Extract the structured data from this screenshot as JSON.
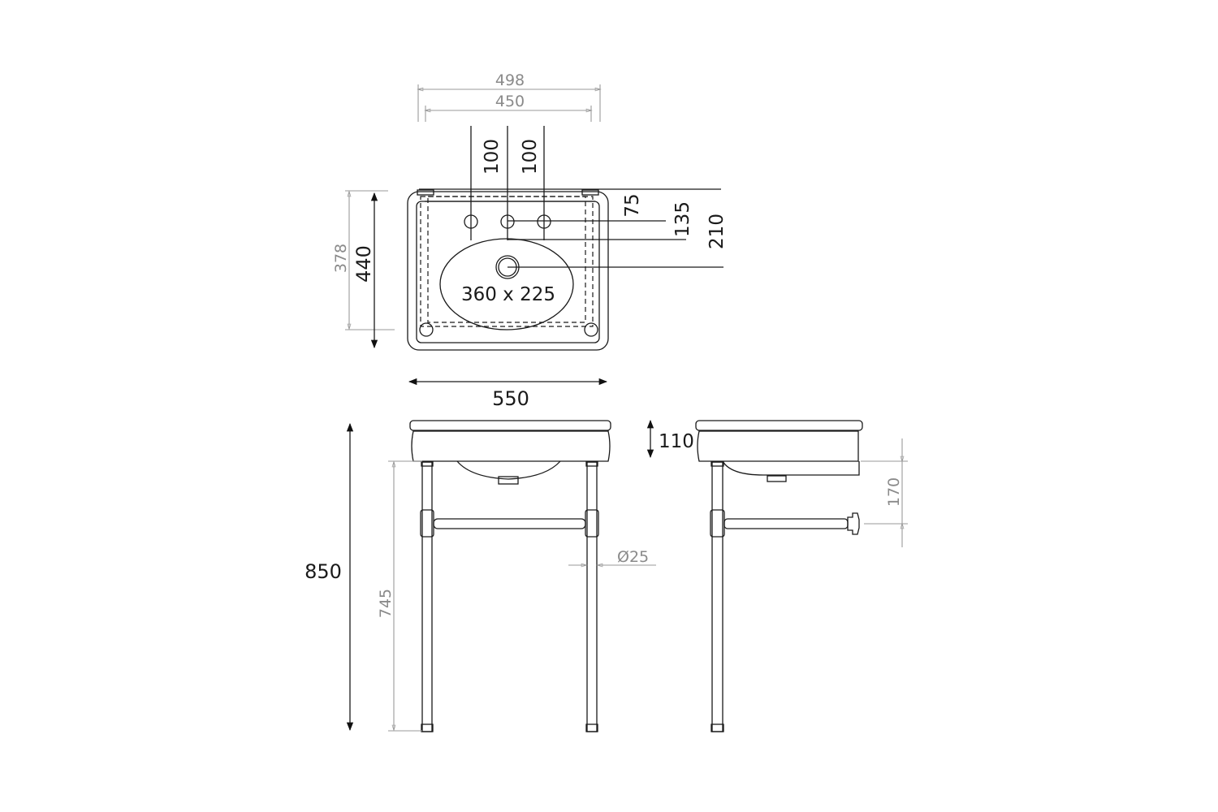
{
  "drawing": {
    "top_view": {
      "overall_width_outer": "498",
      "overall_width_inner": "450",
      "tap_spacing_left": "100",
      "tap_spacing_right": "100",
      "tap_from_back": "75",
      "bowl_from_back": "135",
      "drain_from_back": "210",
      "depth_inner": "378",
      "depth_overall": "440",
      "bowl_size": "360 x 225",
      "width": "550"
    },
    "front_view": {
      "total_height": "850",
      "leg_height": "745",
      "leg_diameter": "Ø25",
      "basin_height": "110"
    },
    "side_view": {
      "rail_height": "170"
    }
  }
}
